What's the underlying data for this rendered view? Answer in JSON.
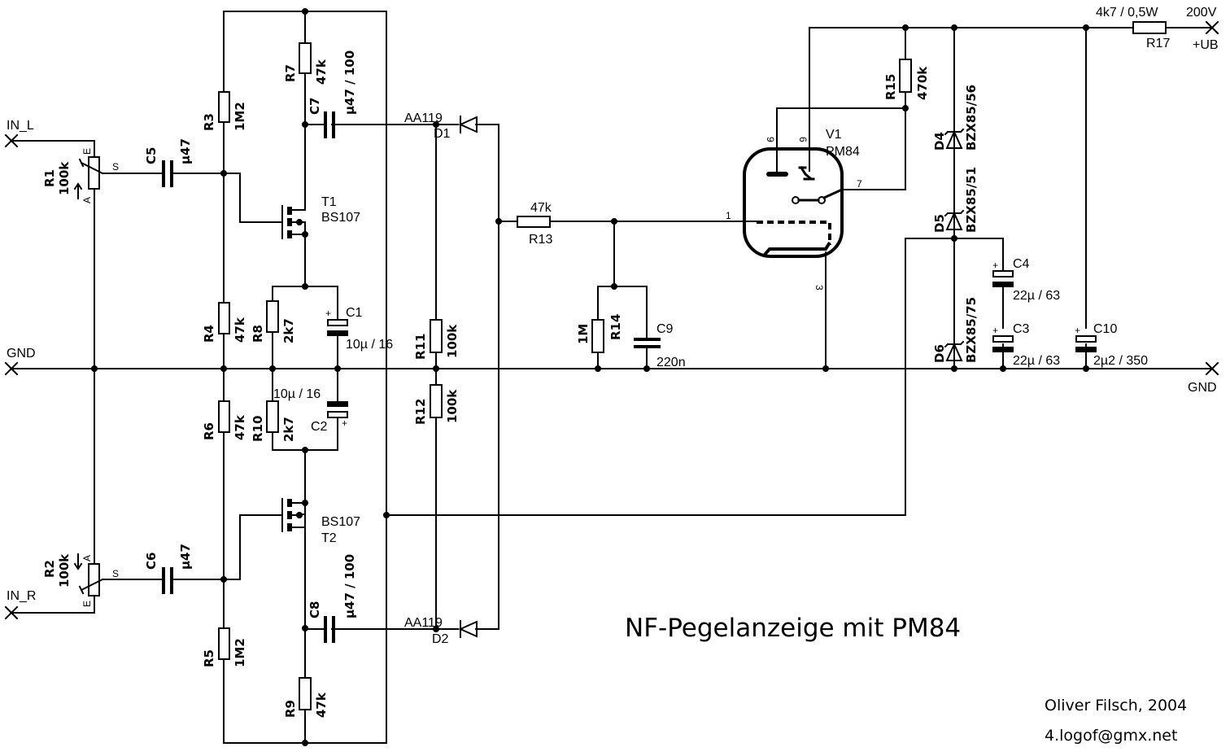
{
  "title": "NF-Pegelanzeige mit PM84",
  "credits": {
    "author": "Oliver Filsch, 2004",
    "email": "4.logof@gmx.net"
  },
  "ports": {
    "in_l": "IN_L",
    "in_r": "IN_R",
    "gnd_left": "GND",
    "gnd_right": "GND",
    "supply_voltage": "200V",
    "supply_name": "+UB"
  },
  "components": {
    "R1": {
      "ref": "R1",
      "value": "100k",
      "pin_a": "A",
      "pin_e": "E",
      "pin_s": "S"
    },
    "R2": {
      "ref": "R2",
      "value": "100k",
      "pin_a": "A",
      "pin_e": "E",
      "pin_s": "S"
    },
    "R3": {
      "ref": "R3",
      "value": "1M2"
    },
    "R4": {
      "ref": "R4",
      "value": "47k"
    },
    "R5": {
      "ref": "R5",
      "value": "1M2"
    },
    "R6": {
      "ref": "R6",
      "value": "47k"
    },
    "R7": {
      "ref": "R7",
      "value": "47k"
    },
    "R8": {
      "ref": "R8",
      "value": "2k7"
    },
    "R9": {
      "ref": "R9",
      "value": "47k"
    },
    "R10": {
      "ref": "R10",
      "value": "2k7"
    },
    "R11": {
      "ref": "R11",
      "value": "100k"
    },
    "R12": {
      "ref": "R12",
      "value": "100k"
    },
    "R13": {
      "ref": "R13",
      "value": "47k"
    },
    "R14": {
      "ref": "R14",
      "value": "1M"
    },
    "R15": {
      "ref": "R15",
      "value": "470k"
    },
    "R17": {
      "ref": "R17",
      "value": "4k7 / 0,5W"
    },
    "C1": {
      "ref": "C1",
      "value": "10µ / 16"
    },
    "C2": {
      "ref": "C2",
      "value": "10µ / 16"
    },
    "C3": {
      "ref": "C3",
      "value": "22µ / 63"
    },
    "C4": {
      "ref": "C4",
      "value": "22µ / 63"
    },
    "C5": {
      "ref": "C5",
      "value": "µ47"
    },
    "C6": {
      "ref": "C6",
      "value": "µ47"
    },
    "C7": {
      "ref": "C7",
      "value": "µ47 / 100"
    },
    "C8": {
      "ref": "C8",
      "value": "µ47 / 100"
    },
    "C9": {
      "ref": "C9",
      "value": "220n"
    },
    "C10": {
      "ref": "C10",
      "value": "2µ2 / 350"
    },
    "T1": {
      "ref": "T1",
      "value": "BS107"
    },
    "T2": {
      "ref": "T2",
      "value": "BS107"
    },
    "D1": {
      "ref": "D1",
      "value": "AA119"
    },
    "D2": {
      "ref": "D2",
      "value": "AA119"
    },
    "D4": {
      "ref": "D4",
      "value": "BZX85/56"
    },
    "D5": {
      "ref": "D5",
      "value": "BZX85/51"
    },
    "D6": {
      "ref": "D6",
      "value": "BZX85/75"
    },
    "V1": {
      "ref": "V1",
      "value": "PM84",
      "pins": {
        "p1": "1",
        "p3": "3",
        "p6": "6",
        "p7": "7",
        "p9": "9"
      }
    }
  },
  "plus_sign": "+"
}
